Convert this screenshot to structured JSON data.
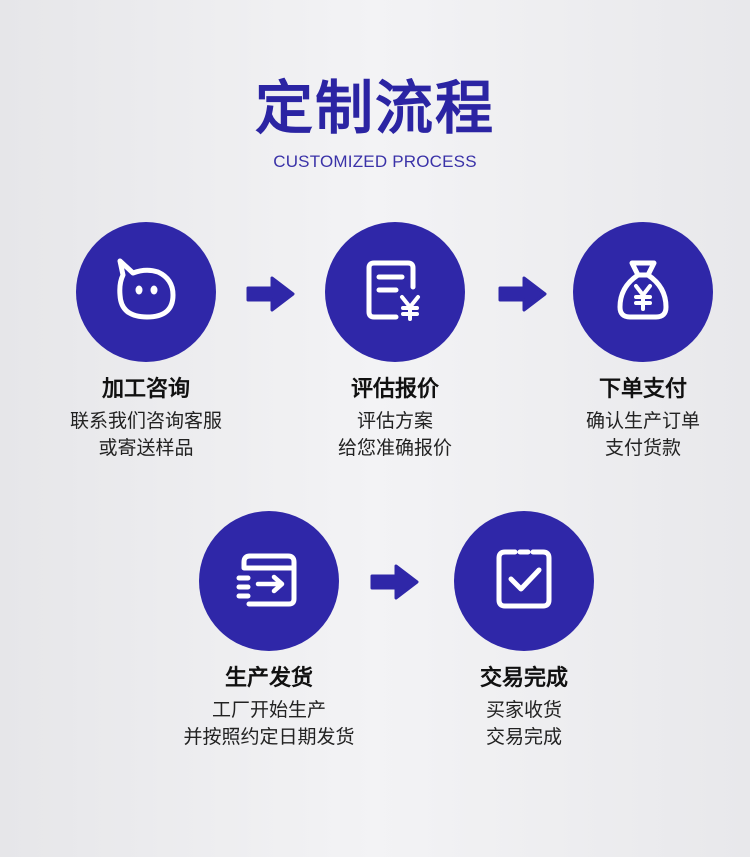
{
  "header": {
    "title": "定制流程",
    "subtitle": "CUSTOMIZED PROCESS"
  },
  "colors": {
    "accent": "#2f27a8",
    "title": "#2b24a3"
  },
  "steps": [
    {
      "icon": "face-icon",
      "title": "加工咨询",
      "desc": [
        "联系我们咨询客服",
        "或寄送样品"
      ]
    },
    {
      "icon": "quote-document-icon",
      "title": "评估报价",
      "desc": [
        "评估方案",
        "给您准确报价"
      ]
    },
    {
      "icon": "money-bag-icon",
      "title": "下单支付",
      "desc": [
        "确认生产订单",
        "支付货款"
      ]
    },
    {
      "icon": "shipping-box-icon",
      "title": "生产发货",
      "desc": [
        "工厂开始生产",
        "并按照约定日期发货"
      ]
    },
    {
      "icon": "checkmark-box-icon",
      "title": "交易完成",
      "desc": [
        "买家收货",
        "交易完成"
      ]
    }
  ]
}
